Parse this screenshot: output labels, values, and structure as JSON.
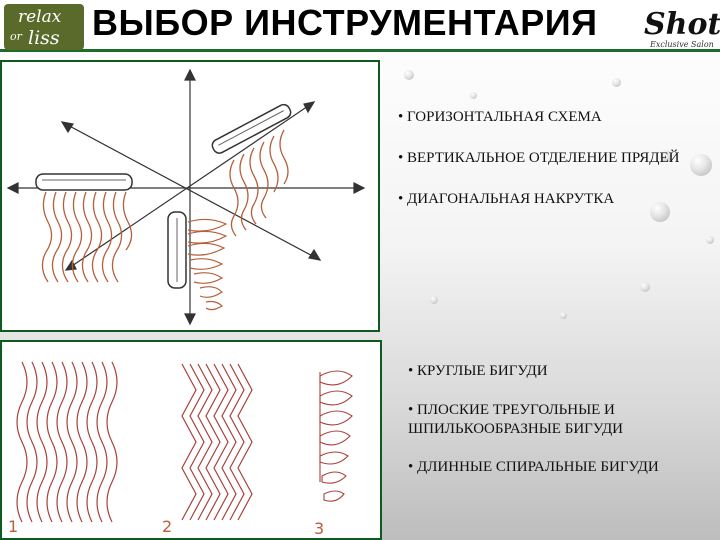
{
  "header": {
    "title": "ВЫБОР ИНСТРУМЕНТАРИЯ",
    "logo_left": {
      "line1": "relax",
      "line2": "or",
      "line3": "liss"
    },
    "logo_right": {
      "name": "Shot",
      "tagline": "Exclusive Salon"
    }
  },
  "top_section": {
    "bullets": [
      "• ГОРИЗОНТАЛЬНАЯ СХЕМА",
      "• ВЕРТИКАЛЬНОЕ ОТДЕЛЕНИЕ ПРЯДЕЙ",
      "• ДИАГОНАЛЬНАЯ НАКРУТКА"
    ]
  },
  "bottom_section": {
    "figure_labels": [
      "1",
      "2",
      "3"
    ],
    "bullets": [
      "• КРУГЛЫЕ БИГУДИ",
      "• ПЛОСКИЕ ТРЕУГОЛЬНЫЕ И ШПИЛЬКООБРАЗНЫЕ БИГУДИ",
      "• ДЛИННЫЕ СПИРАЛЬНЫЕ БИГУДИ"
    ]
  },
  "colors": {
    "accent_green": "#1d6b2a",
    "hair_brown": "#b5603a",
    "wave_red": "#a8413a"
  }
}
